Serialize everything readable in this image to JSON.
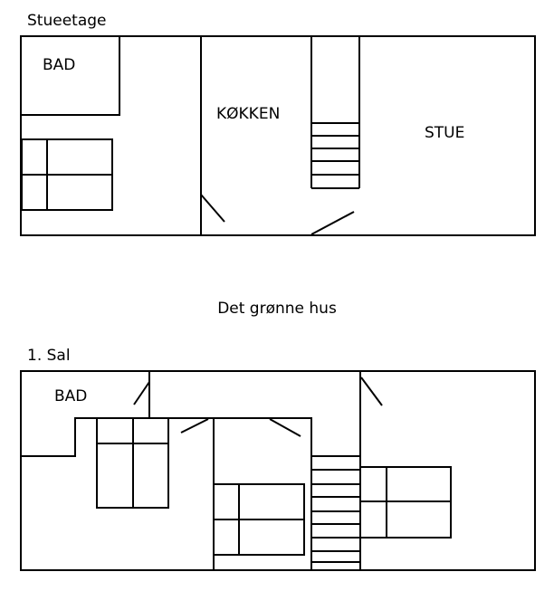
{
  "title": "Det grønne hus",
  "ground_floor": {
    "label": "Stueetage",
    "rooms": {
      "bath": "BAD",
      "kitchen": "KØKKEN",
      "living": "STUE"
    }
  },
  "first_floor": {
    "label": "1. Sal",
    "rooms": {
      "bath": "BAD"
    }
  }
}
